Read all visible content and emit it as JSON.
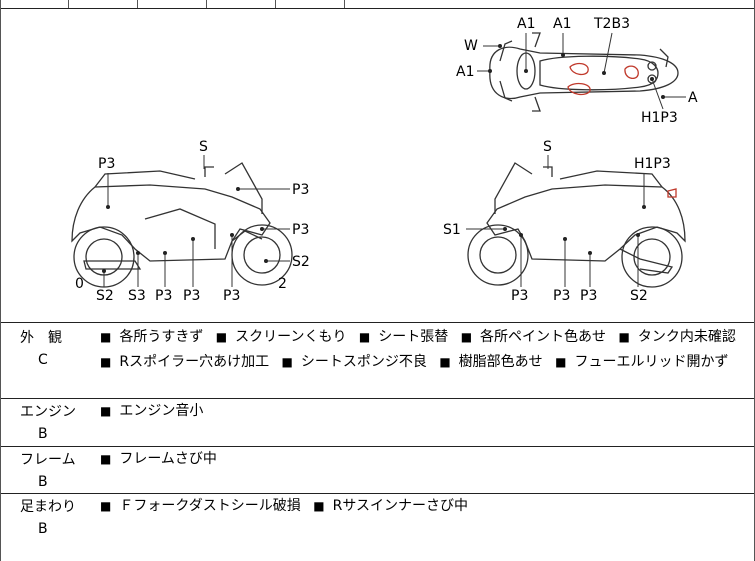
{
  "diagram": {
    "top_view_labels": [
      {
        "id": "w",
        "text": "W"
      },
      {
        "id": "a1-left",
        "text": "A1"
      },
      {
        "id": "a1-top-1",
        "text": "A1"
      },
      {
        "id": "a1-top-2",
        "text": "A1"
      },
      {
        "id": "t2b3",
        "text": "T2B3"
      },
      {
        "id": "a-right",
        "text": "A"
      },
      {
        "id": "h1p3-top",
        "text": "H1P3"
      }
    ],
    "left_view_labels": [
      {
        "id": "s-left",
        "text": "S"
      },
      {
        "id": "p3-tail-left",
        "text": "P3"
      },
      {
        "id": "p3-tank-left",
        "text": "P3"
      },
      {
        "id": "p3-fork-left",
        "text": "P3"
      },
      {
        "id": "s2-front-left",
        "text": "S2"
      },
      {
        "id": "num-0",
        "text": "0"
      },
      {
        "id": "num-2",
        "text": "2"
      },
      {
        "id": "s2-rear-left",
        "text": "S2"
      },
      {
        "id": "s3-left",
        "text": "S3"
      },
      {
        "id": "p3-b1-left",
        "text": "P3"
      },
      {
        "id": "p3-b2-left",
        "text": "P3"
      },
      {
        "id": "p3-b3-left",
        "text": "P3"
      }
    ],
    "right_view_labels": [
      {
        "id": "s-right",
        "text": "S"
      },
      {
        "id": "h1p3-right",
        "text": "H1P3"
      },
      {
        "id": "s1-right",
        "text": "S1"
      },
      {
        "id": "p3-b1-right",
        "text": "P3"
      },
      {
        "id": "p3-b2-right",
        "text": "P3"
      },
      {
        "id": "p3-b3-right",
        "text": "P3"
      },
      {
        "id": "s2-right",
        "text": "S2"
      }
    ],
    "colors": {
      "line": "#333333",
      "damage": "#c0392b",
      "fill": "#ffffff"
    }
  },
  "conditions": [
    {
      "category": "外　観",
      "grade": "C",
      "items": [
        "各所うすきず",
        "スクリーンくもり",
        "シート張替",
        "各所ペイント色あせ",
        "タンク内未確認",
        "Rスポイラー穴あけ加工",
        "シートスポンジ不良",
        "樹脂部色あせ",
        "フューエルリッド開かず"
      ]
    },
    {
      "category": "エンジン",
      "grade": "B",
      "items": [
        "エンジン音小"
      ]
    },
    {
      "category": "フレーム",
      "grade": "B",
      "items": [
        "フレームさび中"
      ]
    },
    {
      "category": "足まわり",
      "grade": "B",
      "items": [
        "Ｆフォークダストシール破損",
        "Rサスインナーさび中"
      ]
    }
  ],
  "bullet": "■"
}
